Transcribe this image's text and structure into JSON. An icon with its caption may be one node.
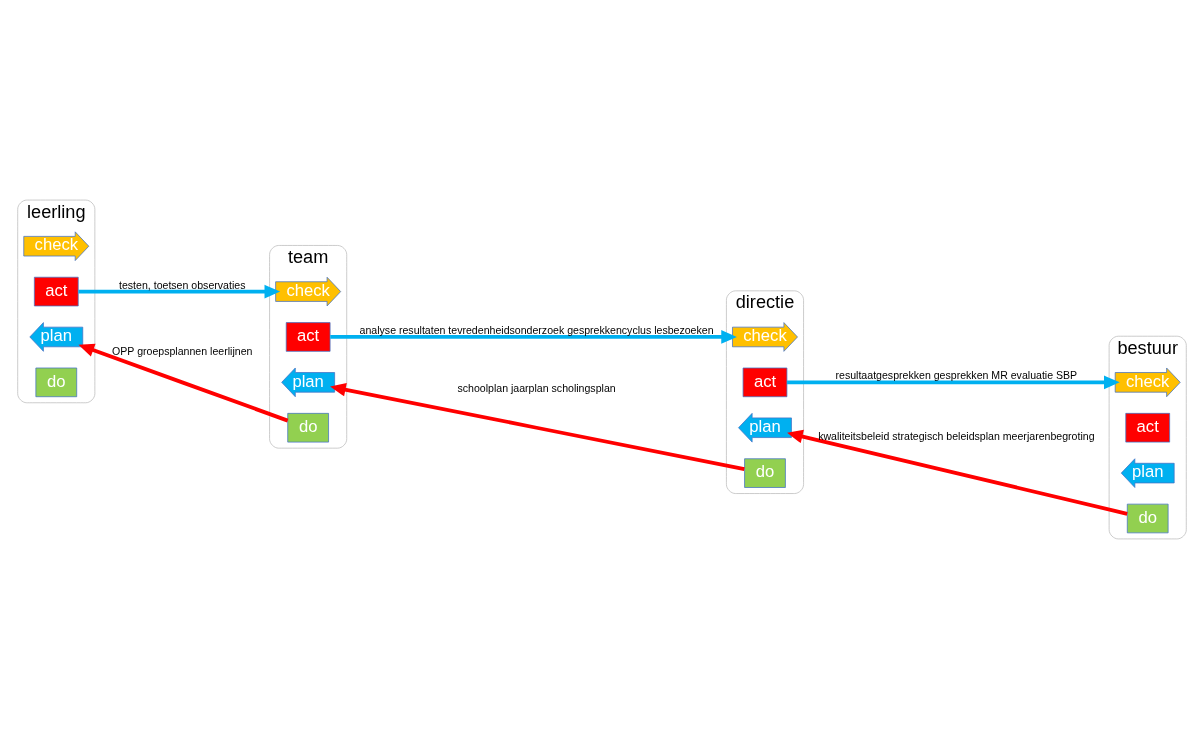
{
  "diagram": {
    "nodes": [
      {
        "text": [
          "leerling"
        ]
      },
      {
        "text": [
          "check"
        ],
        "in": 0
      },
      {
        "text": [
          "act"
        ],
        "in": 0
      },
      {
        "text": [
          "plan"
        ],
        "in": 0
      },
      {
        "text": [
          "do"
        ],
        "in": 0
      },
      {
        "text": [
          "team"
        ]
      },
      {
        "text": [
          "check"
        ],
        "in": 5
      },
      {
        "text": [
          "act"
        ],
        "in": 5
      },
      {
        "text": [
          "plan"
        ],
        "in": 5
      },
      {
        "text": [
          "do"
        ],
        "in": 5
      },
      {
        "text": [
          "directie"
        ]
      },
      {
        "text": [
          "check"
        ],
        "in": 10
      },
      {
        "text": [
          "act"
        ],
        "in": 10
      },
      {
        "text": [
          "plan"
        ],
        "in": 10
      },
      {
        "text": [
          "do"
        ],
        "in": 10
      },
      {
        "text": [
          "bestuur"
        ]
      },
      {
        "text": [
          "check"
        ],
        "in": 15
      },
      {
        "text": [
          "act"
        ],
        "in": 15
      },
      {
        "text": [
          "plan"
        ],
        "in": 15
      },
      {
        "text": [
          "do"
        ],
        "in": 15
      }
    ],
    "edges": [
      {
        "from": 2,
        "to": 6,
        "arrow": "to",
        "label": "testen, toetsen observaties",
        "color": "#00b0f0"
      },
      {
        "from": 9,
        "to": 3,
        "arrow": "to",
        "label": "OPP groepsplannen leerlijnen",
        "color": "#ff0000"
      },
      {
        "from": 7,
        "to": 11,
        "arrow": "to",
        "label": "analyse resultaten tevredenheidsonderzoek gesprekkencyclus lesbezoeken",
        "color": "#00b0f0"
      },
      {
        "from": 14,
        "to": 8,
        "arrow": "to",
        "label": "schoolplan jaarplan scholingsplan",
        "color": "#ff0000"
      },
      {
        "from": 12,
        "to": 16,
        "arrow": "to",
        "label": "resultaatgesprekken gesprekken MR evaluatie SBP",
        "color": "#00b0f0"
      },
      {
        "from": 19,
        "to": 13,
        "arrow": "to",
        "label": "kwaliteitsbeleid strategisch beleidsplan meerjarenbegroting",
        "color": "#ff0000"
      }
    ]
  }
}
